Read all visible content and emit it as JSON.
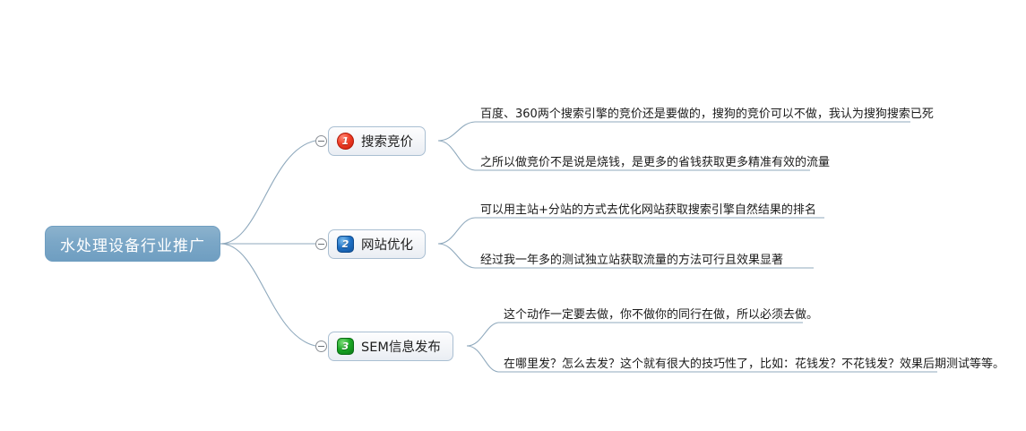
{
  "diagram": {
    "type": "mind-map",
    "root": {
      "label": "水处理设备行业推广",
      "fill_color": "#7ba7c7",
      "text_color": "#ffffff"
    },
    "connector_color": "#8fa9bd",
    "branches": [
      {
        "index": "1",
        "label": "搜索竞价",
        "badge_number": "1",
        "badge_color": "#ef3b24",
        "badge_shape": "circle",
        "collapse_icon": "minus-icon",
        "leaves": [
          {
            "text": "百度、360两个搜索引擎的竞价还是要做的，搜狗的竞价可以不做，我认为搜狗搜索已死"
          },
          {
            "text": "之所以做竞价不是说是烧钱，是更多的省钱获取更多精准有效的流量"
          }
        ]
      },
      {
        "index": "2",
        "label": "网站优化",
        "badge_number": "2",
        "badge_color": "#1d6fc4",
        "badge_shape": "rounded-square",
        "collapse_icon": "minus-icon",
        "leaves": [
          {
            "text": "可以用主站+分站的方式去优化网站获取搜索引擎自然结果的排名"
          },
          {
            "text": "经过我一年多的测试独立站获取流量的方法可行且效果显著"
          }
        ]
      },
      {
        "index": "3",
        "label": "SEM信息发布",
        "badge_number": "3",
        "badge_color": "#19a523",
        "badge_shape": "rounded-square",
        "collapse_icon": "minus-icon",
        "leaves": [
          {
            "text": "这个动作一定要去做，你不做你的同行在做，所以必须去做。"
          },
          {
            "text": "在哪里发？怎么去发？这个就有很大的技巧性了，比如：花钱发？不花钱发？效果后期测试等等。"
          }
        ]
      }
    ]
  }
}
